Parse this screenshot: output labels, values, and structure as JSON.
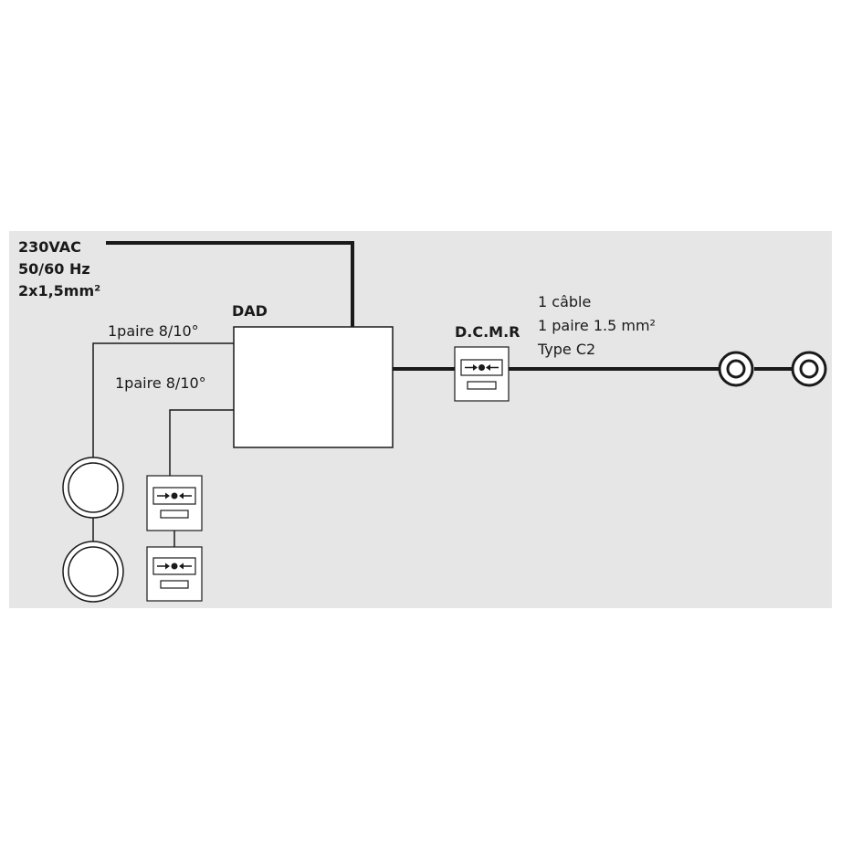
{
  "power": {
    "line1": "230VAC",
    "line2": "50/60 Hz",
    "line3": "2x1,5mm²"
  },
  "dad_label": "DAD",
  "pair_label_top": "1paire 8/10°",
  "pair_label_bottom": "1paire 8/10°",
  "dcmr_label": "D.C.M.R",
  "cable": {
    "line1": "1 câble",
    "line2": "1 paire 1.5 mm²",
    "line3": "Type C2"
  },
  "colors": {
    "panel": "#e6e6e6",
    "line": "#1a1a1a",
    "device_fill": "#ffffff"
  },
  "icons": {
    "detector": "round-detector-icon",
    "call_point": "manual-call-point-icon",
    "output": "ring-output-icon"
  }
}
